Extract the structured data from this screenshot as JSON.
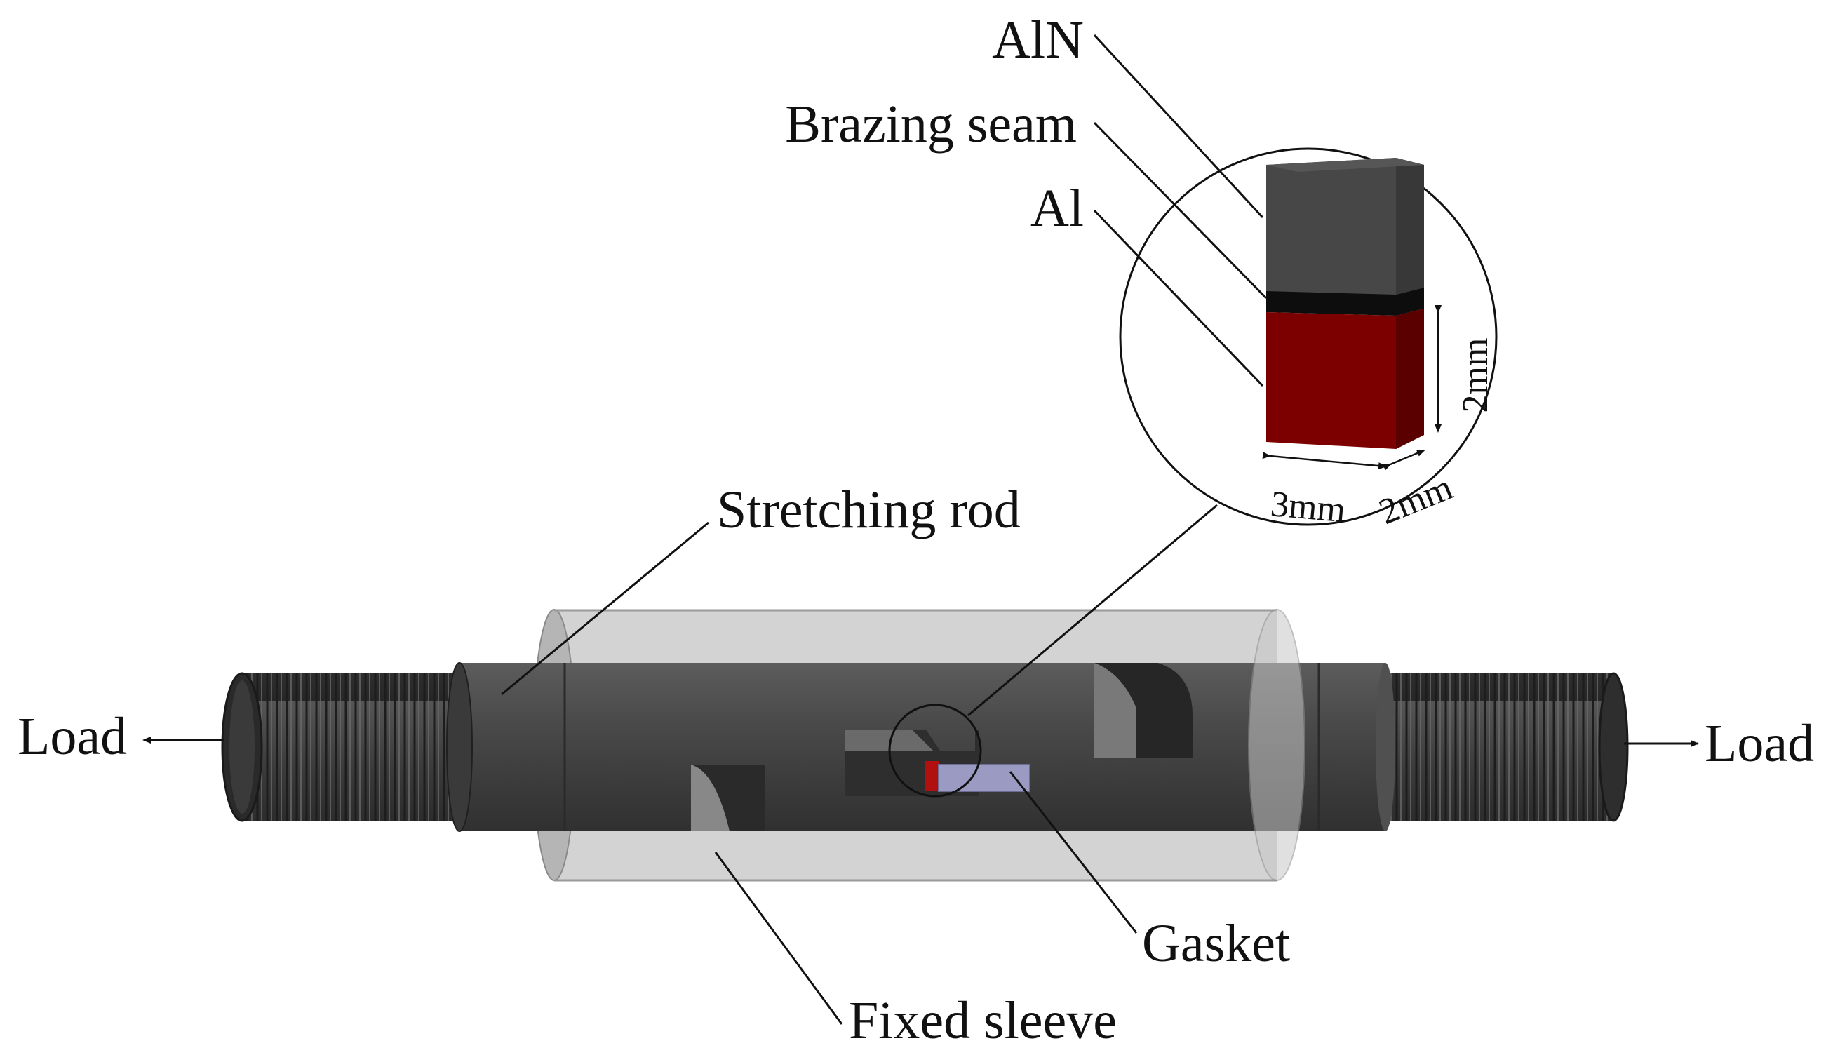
{
  "labels": {
    "aln": "AlN",
    "brazing_seam": "Brazing seam",
    "al": "Al",
    "stretching_rod": "Stretching rod",
    "load_left": "Load",
    "load_right": "Load",
    "gasket": "Gasket",
    "fixed_sleeve": "Fixed sleeve"
  },
  "dimensions": {
    "height": "2mm",
    "width": "3mm",
    "depth": "2mm"
  },
  "colors": {
    "rod_dark": "#3f3f3f",
    "rod_mid": "#4e4e4e",
    "thread": "#2c2c2c",
    "sleeve": "#b9b9b9",
    "aln_block": "#474747",
    "seam": "#0d0d0d",
    "al_block": "#7d0000",
    "al_side": "#5a0000",
    "gasket": "#9a9ac2"
  }
}
